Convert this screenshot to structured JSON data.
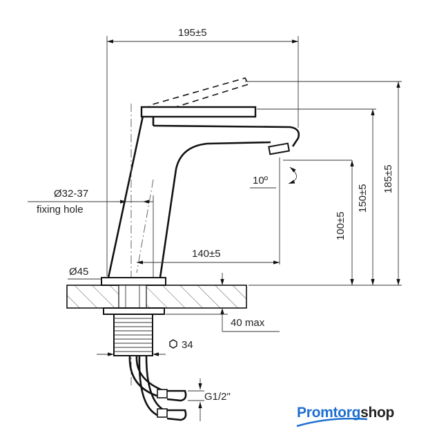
{
  "dimensions": {
    "width": "195±5",
    "hole_diameter": "Ø32-37",
    "hole_label": "fixing hole",
    "base_diameter": "Ø45",
    "reach": "140±5",
    "angle": "10º",
    "spout_height": "100±5",
    "lever_height": "150±5",
    "total_height": "185±5",
    "max_thickness": "40 max",
    "nut_size": "34",
    "thread": "G1/2\""
  },
  "logo": {
    "part1": "Promtorg",
    "part2": "shop",
    "colors": {
      "brand": "#1e6fd0",
      "dark": "#222222"
    }
  }
}
